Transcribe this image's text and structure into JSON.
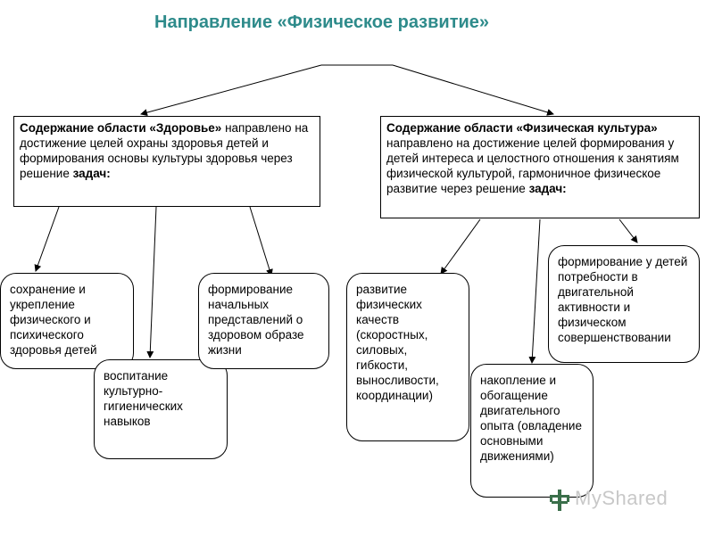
{
  "title": "Направление «Физическое развитие»",
  "left_main": {
    "bold_part": "Содержание области «Здоровье»",
    "rest": " направлено на достижение целей охраны здоровья детей и формирования основы культуры здоровья  через решение ",
    "tail": "задач:"
  },
  "right_main": {
    "bold_part": "Содержание области «Физическая культура»",
    "rest": "  направлено на достижение целей формирования у детей интереса и целостного отношения к занятиям физической культурой, гармоничное физическое развитие через решение ",
    "tail": "задач:"
  },
  "tasks": {
    "t1": "сохранение и укрепление физического и психического здоровья детей",
    "t2": "воспитание культурно-гигиенических навыков",
    "t3": "формирование начальных представлений о здоровом образе жизни",
    "t4": "развитие физических качеств (скоростных, силовых, гибкости, выносливости, координации)",
    "t5": "накопление и обогащение двигательного опыта (овладение основными движениями)",
    "t6": "формирование у детей потребности в двигательной активности и физическом совершенствовании"
  },
  "watermark": {
    "text": "MyShared",
    "icon": "tree-logo-icon"
  }
}
